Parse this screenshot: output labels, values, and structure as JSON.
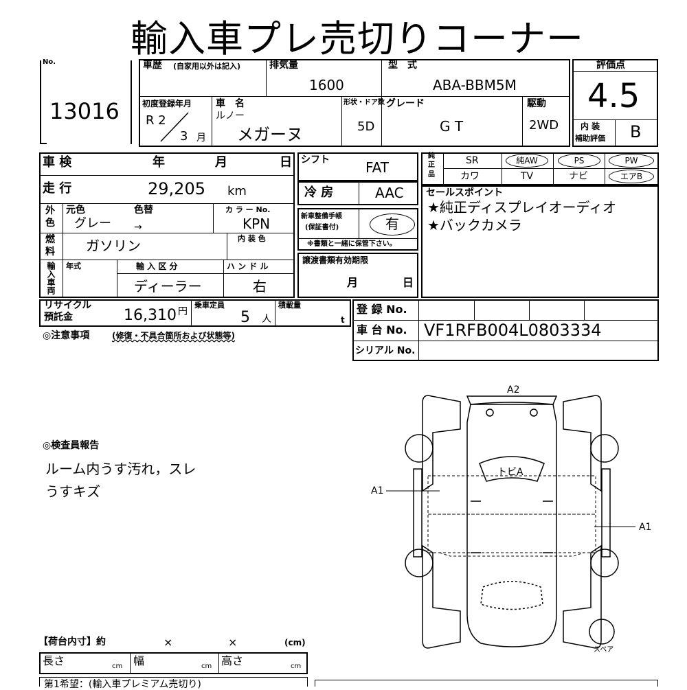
{
  "title": "輸入車プレ売切りコーナー",
  "lot": {
    "label": "No.",
    "number": "13016"
  },
  "history": {
    "label": "車歴",
    "note": "(自家用以外は記入)"
  },
  "displacement": {
    "label": "排気量",
    "value": "1600"
  },
  "model_code": {
    "label": "型　式",
    "value": "ABA-BBM5M"
  },
  "score": {
    "label": "評価点",
    "value": "4.5"
  },
  "interior_score": {
    "label1": "内 装",
    "label2": "補助評価",
    "value": "B"
  },
  "first_reg": {
    "label": "初度登録年月",
    "era": "R 2",
    "month": "3",
    "month_unit": "月"
  },
  "car_name": {
    "label": "車　名",
    "maker": "ルノー",
    "name": "メガーヌ"
  },
  "doors": {
    "label": "形状・ドア数",
    "value": "5D"
  },
  "grade": {
    "label": "グレード",
    "value": "G T"
  },
  "drive": {
    "label": "駆動",
    "value": "2WD"
  },
  "inspection": {
    "label": "車 検",
    "year": "年",
    "month": "月",
    "day": "日"
  },
  "mileage": {
    "label": "走 行",
    "value": "29,205",
    "unit": "km"
  },
  "shift": {
    "label": "シフト",
    "value": "FAT"
  },
  "ac": {
    "label": "冷 房",
    "value": "AAC"
  },
  "color": {
    "side1": "外",
    "side2": "色",
    "orig_label": "元色",
    "change_label": "色替",
    "orig": "グレー",
    "arrow": "→",
    "code_label": "カ ラ ー No.",
    "code": "KPN"
  },
  "maintenance": {
    "label1": "新車整備手帳",
    "label2": "(保証書付)",
    "value": "有",
    "note": "※書類と一緒に保管下さい。"
  },
  "fuel": {
    "side1": "燃",
    "side2": "料",
    "value": "ガソリン",
    "interior_color_label": "内 装 色"
  },
  "import": {
    "side": "輸入車両",
    "year_label": "年式",
    "type_label": "輸 入 区 分",
    "type": "ディーラー",
    "handle_label": "ハ ン ド ル",
    "handle": "右"
  },
  "transfer_docs": {
    "label": "譲渡書類有効期限",
    "month": "月",
    "day": "日"
  },
  "equipment": {
    "side": [
      "純",
      "正",
      "品"
    ],
    "items_row1": [
      {
        "label": "SR",
        "circled": false
      },
      {
        "label": "純AW",
        "circled": true
      },
      {
        "label": "PS",
        "circled": true
      },
      {
        "label": "PW",
        "circled": true
      }
    ],
    "items_row2": [
      {
        "label": "カワ",
        "circled": false
      },
      {
        "label": "TV",
        "circled": false
      },
      {
        "label": "ナビ",
        "circled": false
      },
      {
        "label": "エアB",
        "circled": true
      }
    ]
  },
  "sales_points": {
    "label": "セールスポイント",
    "lines": [
      "★純正ディスプレイオーディオ",
      "★バックカメラ"
    ]
  },
  "recycle": {
    "label1": "リサイクル",
    "label2": "預託金",
    "value": "16,310",
    "unit": "円"
  },
  "capacity": {
    "label": "乗車定員",
    "value": "5",
    "unit": "人"
  },
  "load": {
    "label": "積載量",
    "unit": "t"
  },
  "registration": {
    "label": "登 録 No.",
    "value": ""
  },
  "chassis": {
    "label": "車 台 No.",
    "value": "VF1RFB004L0803334"
  },
  "serial": {
    "label": "シリアル No.",
    "value": ""
  },
  "notes": {
    "label": "◎注意事項",
    "sub": "(修復・不具合箇所および状態等)"
  },
  "inspector": {
    "label": "◎検査員報告",
    "lines": [
      "ルーム内うす汚れ，スレ",
      "うすキズ"
    ]
  },
  "diagram": {
    "a2": "A2",
    "a1_left": "A1",
    "a1_right": "A1",
    "roof_label": "トビA",
    "spare": "スペア"
  },
  "cargo": {
    "label": "【荷台内寸】約",
    "x1": "×",
    "x2": "×",
    "unit": "(cm)",
    "length": "長さ",
    "width": "幅",
    "height": "高さ",
    "cm": "cm"
  },
  "bottom_note": "第1希望：(輸入車プレミアム売切り)"
}
